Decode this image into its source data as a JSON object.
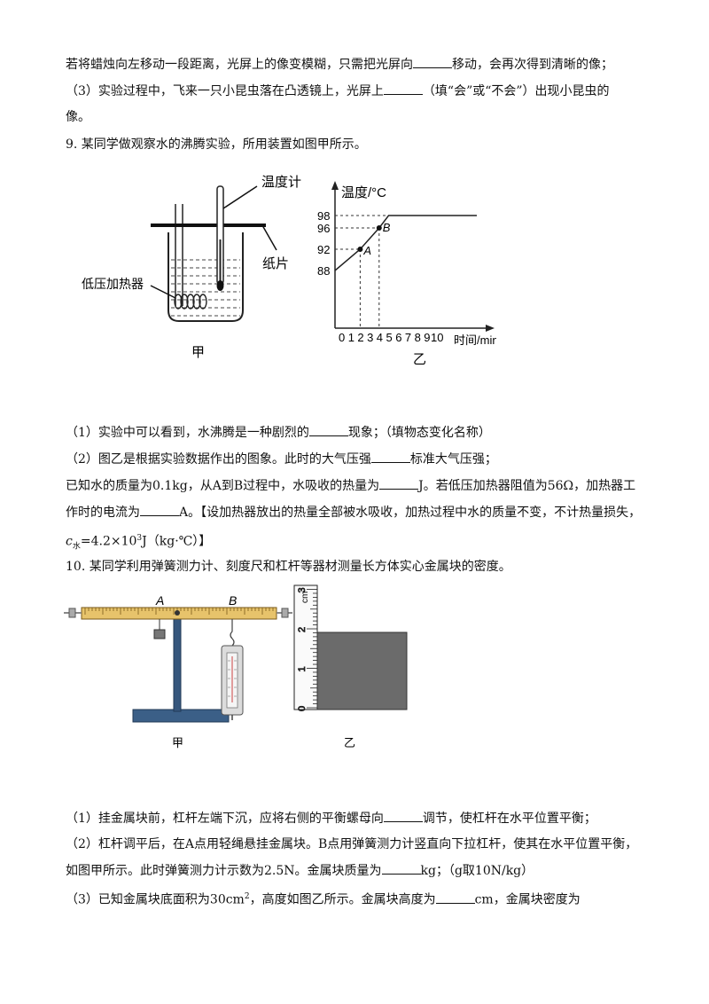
{
  "lines": {
    "l1a": "若将蜡烛向左移动一段距离，光屏上的像变模糊，只需把光屏向",
    "l1b": "移动，会再次得到清晰的像；",
    "l2a": "（3）实验过程中，飞来一只小昆虫落在凸透镜上，光屏上",
    "l2b": "（填“会”或“不会”）出现小昆虫的",
    "l3": "像。",
    "q9": "9. 某同学做观察水的沸腾实验，所用装置如图甲所示。",
    "q9_1a": "（1）实验中可以看到，水沸腾是一种剧烈的",
    "q9_1b": "现象；（填物态变化名称）",
    "q9_2a": "（2）图乙是根据实验数据作出的图象。此时的大气压强",
    "q9_2b": "标准大气压强；",
    "q9_3a": "已知水的质量为0.1kg，从A到B过程中，水吸收的热量为",
    "q9_3b": "J。若低压加热器阻值为56Ω，加热器工",
    "q9_4a": "作时的电流为",
    "q9_4b": "A。【设加热器放出的热量全部被水吸收，加热过程中水的质量不变，不计热量损失，",
    "q9_5a": "c",
    "q9_5sub": "水",
    "q9_5b": "=4.2×10",
    "q9_5sup": "3",
    "q9_5c": "J（kg·℃）】",
    "q10": "10. 某同学利用弹簧测力计、刻度尺和杠杆等器材测量长方体实心金属块的密度。",
    "q10_1a": "（1）挂金属块前，杠杆左端下沉，应将右侧的平衡螺母向",
    "q10_1b": "调节，使杠杆在水平位置平衡；",
    "q10_2": "（2）杠杆调平后，在A点用轻绳悬挂金属块。B点用弹簧测力计竖直向下拉杠杆，使其在水平位置平衡，",
    "q10_3a": "如图甲所示。此时弹簧测力计示数为2.5N。金属块质量为",
    "q10_3b": "kg；（g取10N/kg）",
    "q10_4a": "（3）已知金属块底面积为30cm",
    "q10_4sup": "2",
    "q10_4b": "，高度如图乙所示。金属块高度为",
    "q10_4c": "cm，金属块密度为"
  },
  "fig9": {
    "thermometer_label": "温度计",
    "paper_label": "纸片",
    "heater_label": "低压加热器",
    "caption_a": "甲",
    "caption_b": "乙",
    "y_axis_label": "温度/°C",
    "x_axis_label": "时间/min",
    "point_a": "A",
    "point_b": "B"
  },
  "fig10": {
    "point_a": "A",
    "point_b": "B",
    "caption_a": "甲",
    "caption_b": "乙",
    "ruler_unit": "cm",
    "ruler_ticks": [
      "0",
      "1",
      "2",
      "3"
    ]
  },
  "chart_data": {
    "type": "line",
    "title": "",
    "xlabel": "时间/min",
    "ylabel": "温度/°C",
    "x_ticks": [
      "0",
      "1",
      "2",
      "3",
      "4",
      "5",
      "6",
      "7",
      "8",
      "9",
      "10"
    ],
    "y_ticks": [
      "88",
      "92",
      "96",
      "98"
    ],
    "series": [
      {
        "x": [
          0,
          2,
          4,
          5,
          10
        ],
        "y": [
          88,
          92,
          96,
          98,
          98
        ]
      }
    ],
    "annotations": [
      {
        "label": "A",
        "x": 2,
        "y": 92
      },
      {
        "label": "B",
        "x": 4,
        "y": 96
      }
    ]
  }
}
